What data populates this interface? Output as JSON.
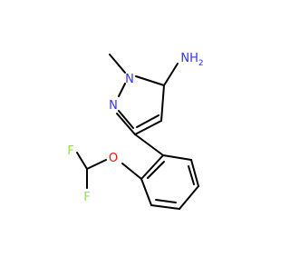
{
  "molecule": {
    "atom_labels": {
      "amine": "NH",
      "amine_subscript": "2",
      "ring_n1": "N",
      "ring_n2": "N",
      "oxygen": "O",
      "fluorine_top": "F",
      "fluorine_bottom": "F"
    },
    "colors": {
      "bond": "#000000",
      "nitrogen": "#3232ff",
      "oxygen": "#ff0d0d",
      "fluorine": "#90e050",
      "background": "#ffffff"
    }
  }
}
